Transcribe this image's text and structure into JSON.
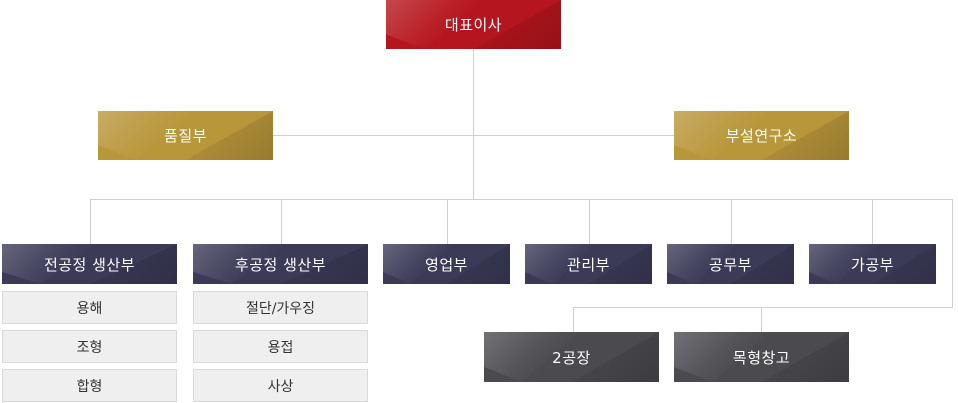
{
  "ceo": "대표이사",
  "staff": {
    "left": "품질부",
    "right": "부설연구소"
  },
  "departments": [
    "전공정 생산부",
    "후공정 생산부",
    "영업부",
    "관리부",
    "공무부",
    "가공부"
  ],
  "front_process_units": [
    "용해",
    "조형",
    "합형"
  ],
  "back_process_units": [
    "절단/가우징",
    "용접",
    "사상"
  ],
  "processing_units": [
    "2공장",
    "목형창고"
  ]
}
